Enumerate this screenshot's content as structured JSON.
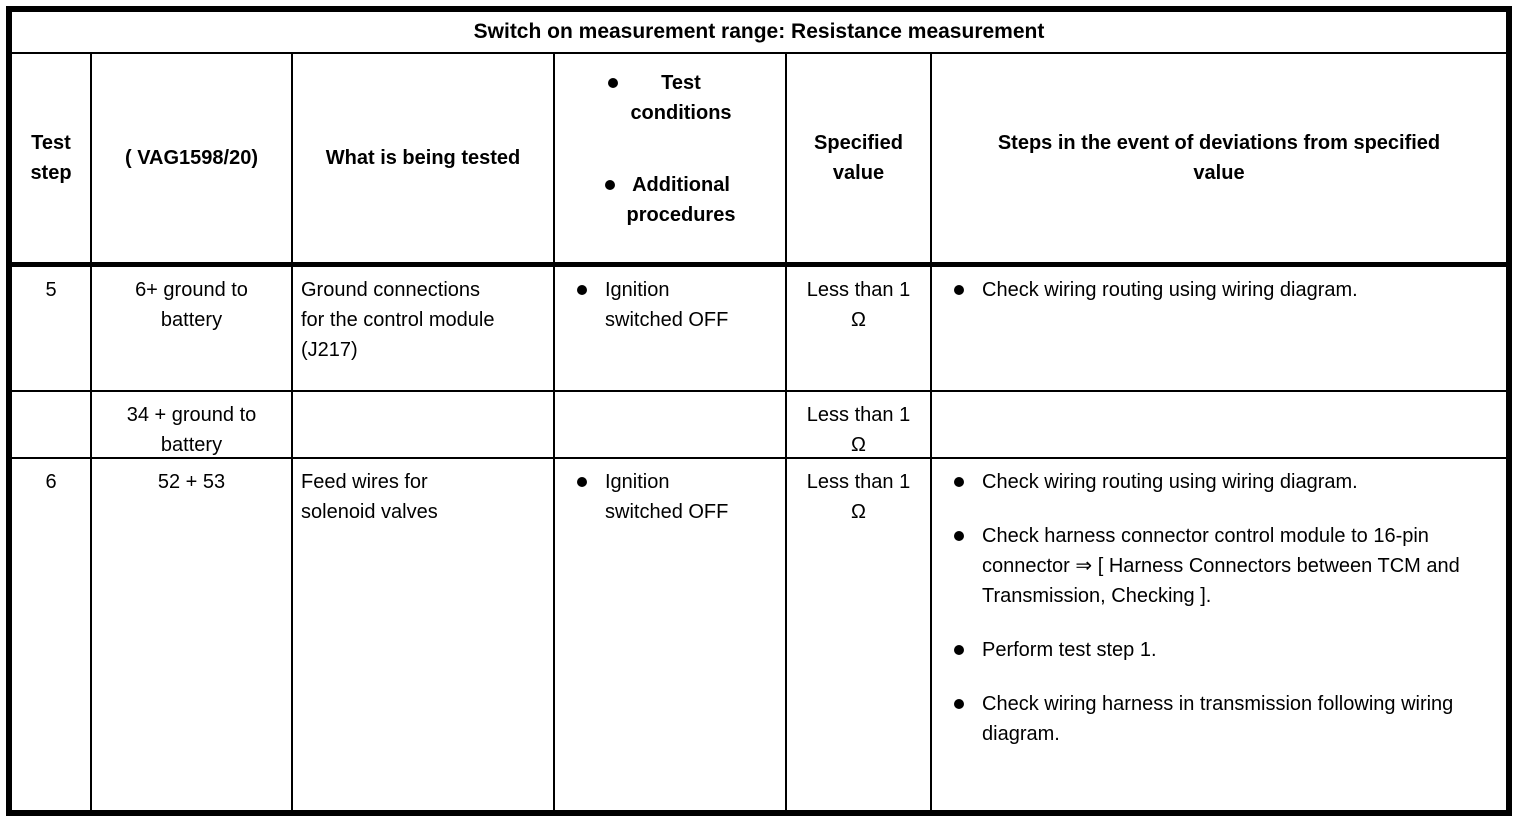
{
  "colors": {
    "ink": "#000000",
    "paper": "#ffffff"
  },
  "table": {
    "title": "Switch on measurement range: Resistance measurement",
    "header": {
      "test_step": "Test step",
      "tool": "( VAG1598/20)",
      "what_tested": "What is being tested",
      "conditions_bullets": [
        "Test\nconditions",
        "Additional\nprocedures"
      ],
      "specified_value": "Specified value",
      "deviation_steps": "Steps in the event of deviations from specified\nvalue"
    },
    "rows": [
      {
        "step": "5",
        "sockets": "6+ ground to\nbattery",
        "tested": "Ground connections\nfor the control module\n(J217)",
        "conditions": [
          "Ignition\nswitched OFF"
        ],
        "value": "Less than 1\nΩ",
        "steps": [
          "Check wiring routing using wiring diagram."
        ]
      },
      {
        "step": "",
        "sockets": "34 + ground to\nbattery",
        "tested": "",
        "conditions": [],
        "value": "Less than 1\nΩ",
        "steps": []
      },
      {
        "step": "6",
        "sockets": "52 + 53",
        "tested": "Feed wires for\nsolenoid valves",
        "conditions": [
          "Ignition\nswitched OFF"
        ],
        "value": "Less than 1\nΩ",
        "steps": [
          "Check wiring routing using wiring diagram.",
          "Check harness connector control module to 16-pin connector ⇒ [ Harness Connectors between TCM and Transmission, Checking ].",
          "Perform test step 1.",
          "Check wiring harness in transmission following wiring diagram."
        ]
      }
    ]
  }
}
